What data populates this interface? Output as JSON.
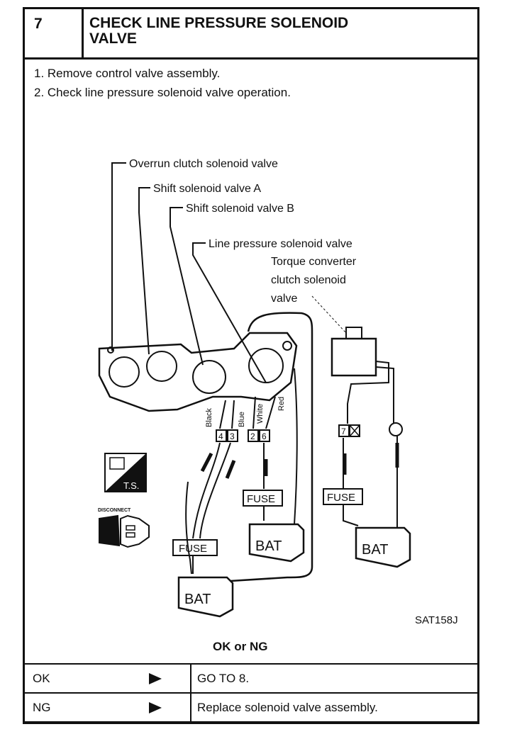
{
  "header": {
    "step_number": "7",
    "title_line1": "CHECK LINE PRESSURE SOLENOID",
    "title_line2": "VALVE"
  },
  "steps": [
    "1.  Remove control valve assembly.",
    "2.  Check line pressure solenoid valve operation."
  ],
  "diagram": {
    "labels": {
      "overrun": "Overrun clutch solenoid valve",
      "shift_a": "Shift solenoid valve A",
      "shift_b": "Shift solenoid valve B",
      "line_pressure": "Line pressure solenoid valve",
      "tcc_1": "Torque converter",
      "tcc_2": "clutch solenoid",
      "tcc_3": "valve"
    },
    "wires": {
      "black": "Black",
      "blue": "Blue",
      "white": "White",
      "red": "Red"
    },
    "terminals": {
      "t4": "4",
      "t3": "3",
      "t2": "2",
      "t6": "6",
      "t7": "7"
    },
    "fuse": "FUSE",
    "battery": "BAT",
    "ts_badge": "T.S.",
    "disconnect": "DISCONNECT",
    "figure_id": "SAT158J"
  },
  "okng_label": "OK or NG",
  "results": [
    {
      "result": "OK",
      "action": "GO TO 8."
    },
    {
      "result": "NG",
      "action": "Replace solenoid valve assembly."
    }
  ]
}
